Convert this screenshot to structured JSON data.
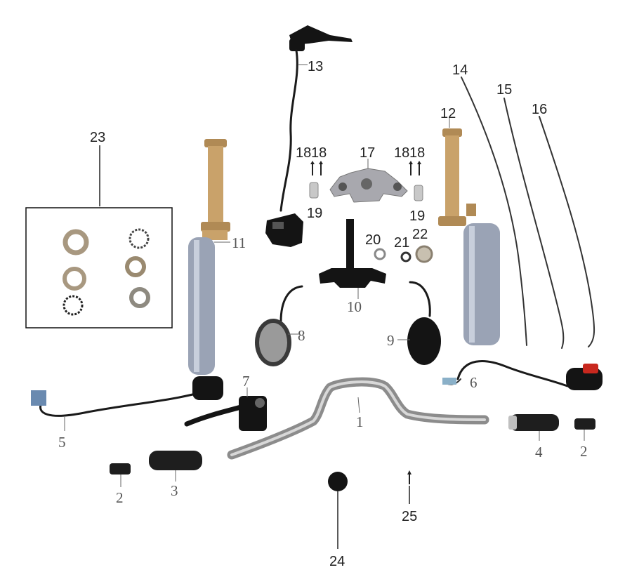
{
  "callouts": {
    "c1": "1",
    "c2a": "2",
    "c2b": "2",
    "c3": "3",
    "c4": "4",
    "c5": "5",
    "c6": "6",
    "c7": "7",
    "c8": "8",
    "c9": "9",
    "c10": "10",
    "c11": "11",
    "c12": "12",
    "c13": "13",
    "c14": "14",
    "c15": "15",
    "c16": "16",
    "c17": "17",
    "c18a": "18",
    "c18b": "18",
    "c18c": "18",
    "c18d": "18",
    "c19a": "19",
    "c19b": "19",
    "c20": "20",
    "c21": "21",
    "c22": "22",
    "c23": "23",
    "c24": "24",
    "c25": "25"
  },
  "colors": {
    "fork_upper": "#c9a26a",
    "fork_lower": "#9aa3b5",
    "black_part": "#141414",
    "chrome": "#b8b8b8",
    "rubber": "#1e1e1e",
    "red_switch": "#c8281e"
  }
}
